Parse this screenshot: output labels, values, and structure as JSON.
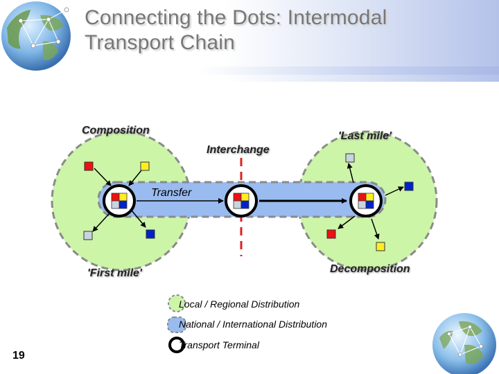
{
  "slide": {
    "title": "Connecting the Dots: Intermodal Transport Chain",
    "page_number": "19"
  },
  "diagram": {
    "labels": {
      "composition": "Composition",
      "interchange": "Interchange",
      "last_mile": "'Last mile'",
      "transfer": "Transfer",
      "first_mile": "'First mile'",
      "decomposition": "Decomposition"
    }
  },
  "legend": {
    "items": [
      {
        "text": "Local / Regional Distribution",
        "symbol": "green-dashed-circle"
      },
      {
        "text": "National / International Distribution",
        "symbol": "blue-rounded-shape"
      },
      {
        "text": "Transport Terminal",
        "symbol": "black-ring"
      }
    ]
  },
  "colors": {
    "local_zone": "#ccf5a8",
    "national_band": "#99bbef",
    "dashed_border": "#8a8a8a",
    "interchange_line": "#dd2222",
    "red": "#ee1111",
    "yellow": "#ffee22",
    "blue": "#0022cc",
    "grey": "#c8d4df",
    "title": "#777777"
  }
}
